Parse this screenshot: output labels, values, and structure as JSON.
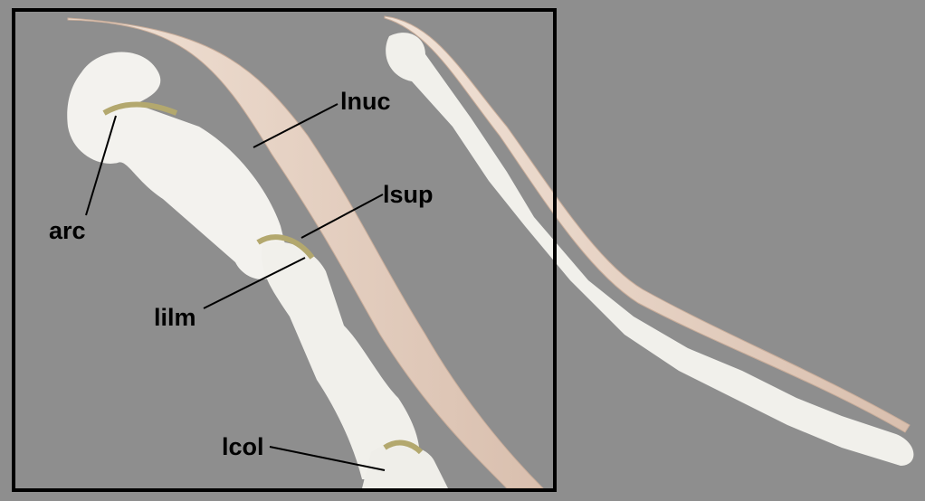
{
  "labels": {
    "lnuc": "lnuc",
    "lsup": "lsup",
    "lilm": "lilm",
    "arc": "arc",
    "lcol": "lcol"
  },
  "colors": {
    "background": "#8e8e8e",
    "bone": "#f2f1ec",
    "ligament_band": "#e6d2c4",
    "small_ligament": "#b8b07a",
    "frame": "#000000"
  }
}
